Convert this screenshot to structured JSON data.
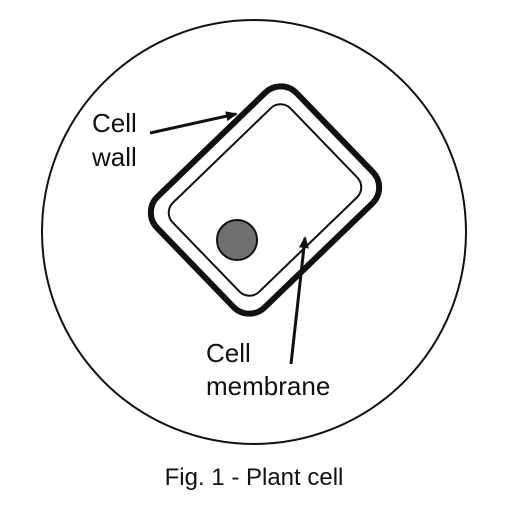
{
  "labels": {
    "cell_wall_line1": "Cell",
    "cell_wall_line2": "wall",
    "cell_membrane_line1": "Cell",
    "cell_membrane_line2": "membrane"
  },
  "caption": "Fig. 1 - Plant cell",
  "colors": {
    "ink": "#111111",
    "nucleus": "#707070",
    "background": "#ffffff"
  }
}
